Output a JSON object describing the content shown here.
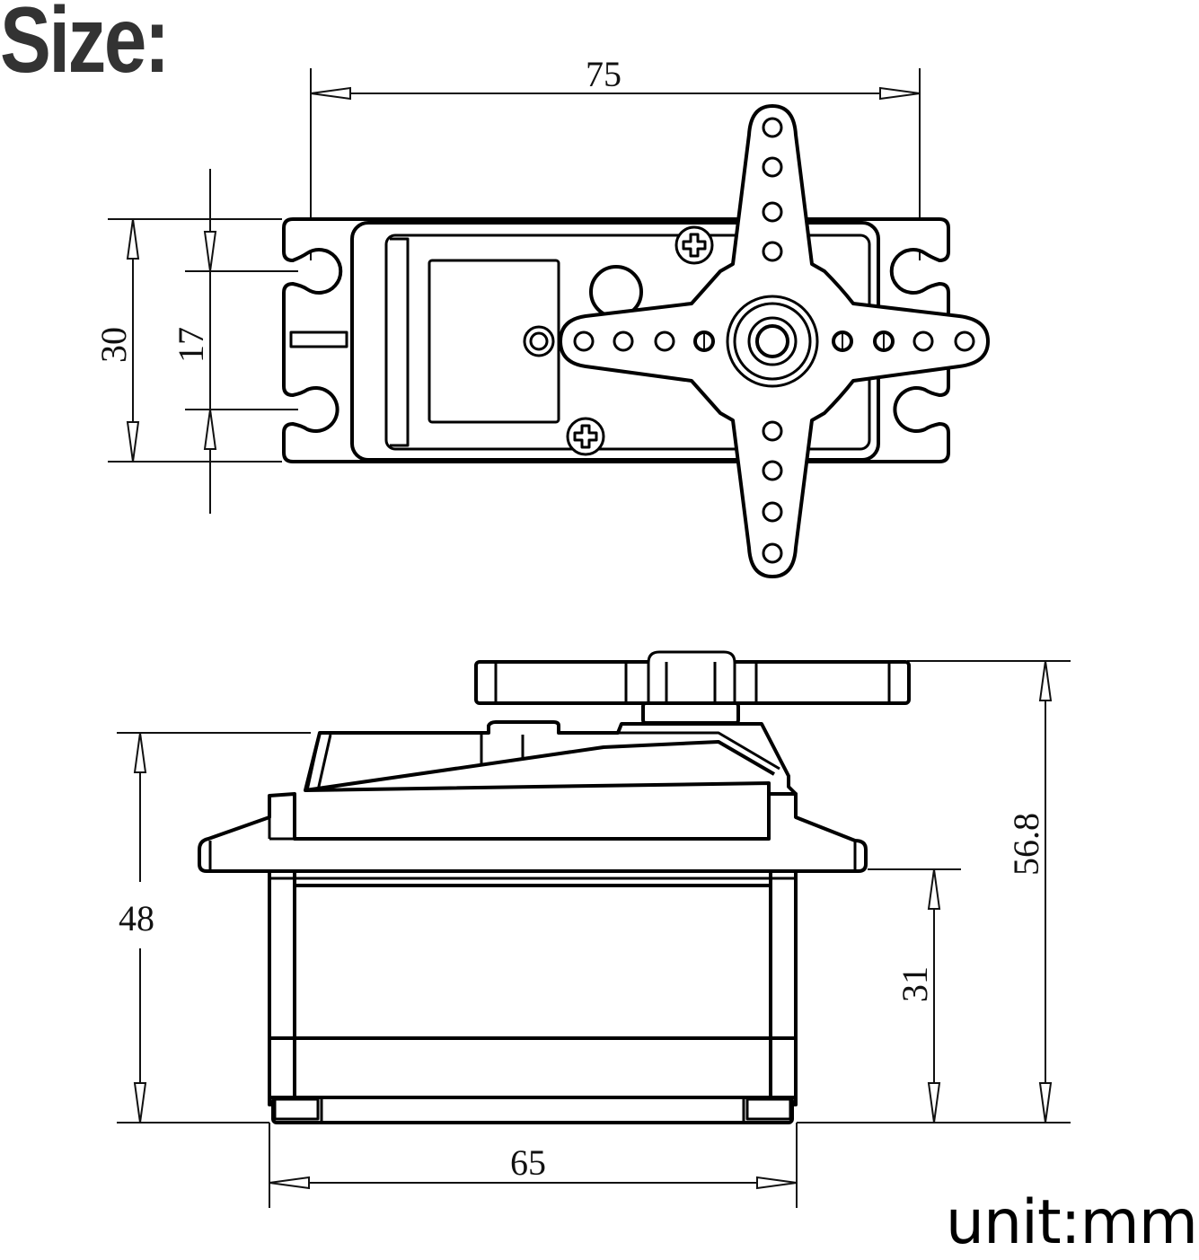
{
  "title": "Size:",
  "unit_label": "unit:mm",
  "colors": {
    "title": "#333333",
    "lines": "#000000",
    "background": "#ffffff"
  },
  "top_view": {
    "name": "Servo top view with cross horn",
    "dimensions": {
      "overall_length": "75",
      "overall_width": "30",
      "mount_hole_spacing": "17"
    },
    "horn_holes_per_arm": 4
  },
  "side_view": {
    "name": "Servo side view",
    "dimensions": {
      "body_length": "65",
      "body_height": "48",
      "total_height_with_horn": "56.8",
      "flange_height": "31"
    }
  }
}
